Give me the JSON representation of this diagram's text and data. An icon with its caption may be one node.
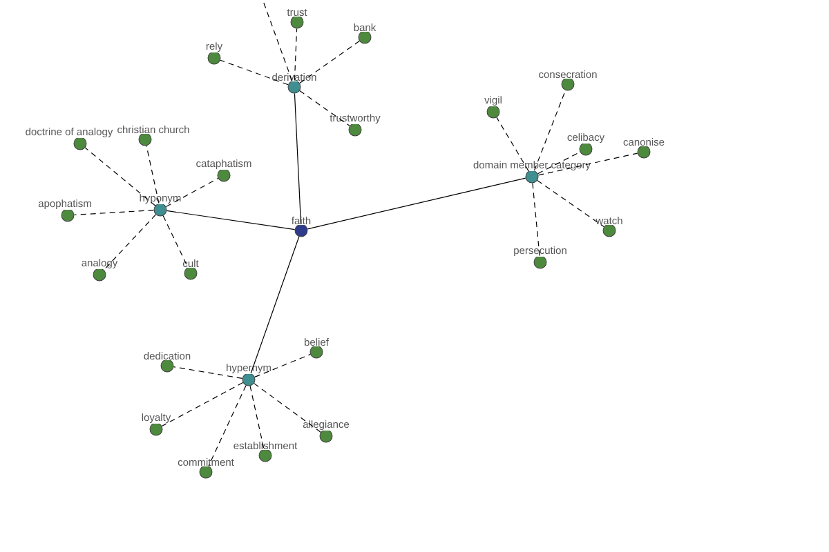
{
  "diagram": {
    "nodes": [
      {
        "text": [
          "faith"
        ]
      },
      {
        "text": [
          "derivation"
        ]
      },
      {
        "text": [
          "hyponym"
        ]
      },
      {
        "text": [
          "domain member category"
        ]
      },
      {
        "text": [
          "hypernym"
        ]
      },
      {
        "text": [
          "trust"
        ]
      },
      {
        "text": [
          "bank"
        ]
      },
      {
        "text": [
          "rely"
        ]
      },
      {
        "text": [
          "trustworthy"
        ]
      },
      {
        "text": [
          "doctrine of analogy"
        ]
      },
      {
        "text": [
          "christian church"
        ]
      },
      {
        "text": [
          "cataphatism"
        ]
      },
      {
        "text": [
          "apophatism"
        ]
      },
      {
        "text": [
          "analogy"
        ]
      },
      {
        "text": [
          "cult"
        ]
      },
      {
        "text": [
          "consecration"
        ]
      },
      {
        "text": [
          "vigil"
        ]
      },
      {
        "text": [
          "celibacy"
        ]
      },
      {
        "text": [
          "canonise"
        ]
      },
      {
        "text": [
          "watch"
        ]
      },
      {
        "text": [
          "persecution"
        ]
      },
      {
        "text": [
          "dedication"
        ]
      },
      {
        "text": [
          "belief"
        ]
      },
      {
        "text": [
          "loyalty"
        ]
      },
      {
        "text": [
          "allegiance"
        ]
      },
      {
        "text": [
          "establishment"
        ]
      },
      {
        "text": [
          "commitment"
        ]
      }
    ],
    "edges": [
      {
        "from": 0,
        "to": 1,
        "arrow": "none"
      },
      {
        "from": 0,
        "to": 2,
        "arrow": "none"
      },
      {
        "from": 0,
        "to": 3,
        "arrow": "none"
      },
      {
        "from": 0,
        "to": 4,
        "arrow": "none"
      },
      {
        "from": 1,
        "to": 5,
        "arrow": "none",
        "style": "dashed"
      },
      {
        "from": 1,
        "to": 6,
        "arrow": "none",
        "style": "dashed"
      },
      {
        "from": 1,
        "to": 7,
        "arrow": "none",
        "style": "dashed"
      },
      {
        "from": 1,
        "to": 8,
        "arrow": "none",
        "style": "dashed"
      },
      {
        "from": 1,
        "to": null,
        "arrow": "none",
        "style": "dashed"
      },
      {
        "from": 2,
        "to": 9,
        "arrow": "none",
        "style": "dashed"
      },
      {
        "from": 2,
        "to": 10,
        "arrow": "none",
        "style": "dashed"
      },
      {
        "from": 2,
        "to": 11,
        "arrow": "none",
        "style": "dashed"
      },
      {
        "from": 2,
        "to": 12,
        "arrow": "none",
        "style": "dashed"
      },
      {
        "from": 2,
        "to": 13,
        "arrow": "none",
        "style": "dashed"
      },
      {
        "from": 2,
        "to": 14,
        "arrow": "none",
        "style": "dashed"
      },
      {
        "from": 3,
        "to": 15,
        "arrow": "none",
        "style": "dashed"
      },
      {
        "from": 3,
        "to": 16,
        "arrow": "none",
        "style": "dashed"
      },
      {
        "from": 3,
        "to": 17,
        "arrow": "none",
        "style": "dashed"
      },
      {
        "from": 3,
        "to": 18,
        "arrow": "none",
        "style": "dashed"
      },
      {
        "from": 3,
        "to": 19,
        "arrow": "none",
        "style": "dashed"
      },
      {
        "from": 3,
        "to": 20,
        "arrow": "none",
        "style": "dashed"
      },
      {
        "from": 4,
        "to": 21,
        "arrow": "none",
        "style": "dashed"
      },
      {
        "from": 4,
        "to": 22,
        "arrow": "none",
        "style": "dashed"
      },
      {
        "from": 4,
        "to": 23,
        "arrow": "none",
        "style": "dashed"
      },
      {
        "from": 4,
        "to": 24,
        "arrow": "none",
        "style": "dashed"
      },
      {
        "from": 4,
        "to": 25,
        "arrow": "none",
        "style": "dashed"
      },
      {
        "from": 4,
        "to": 26,
        "arrow": "none",
        "style": "dashed"
      }
    ]
  }
}
